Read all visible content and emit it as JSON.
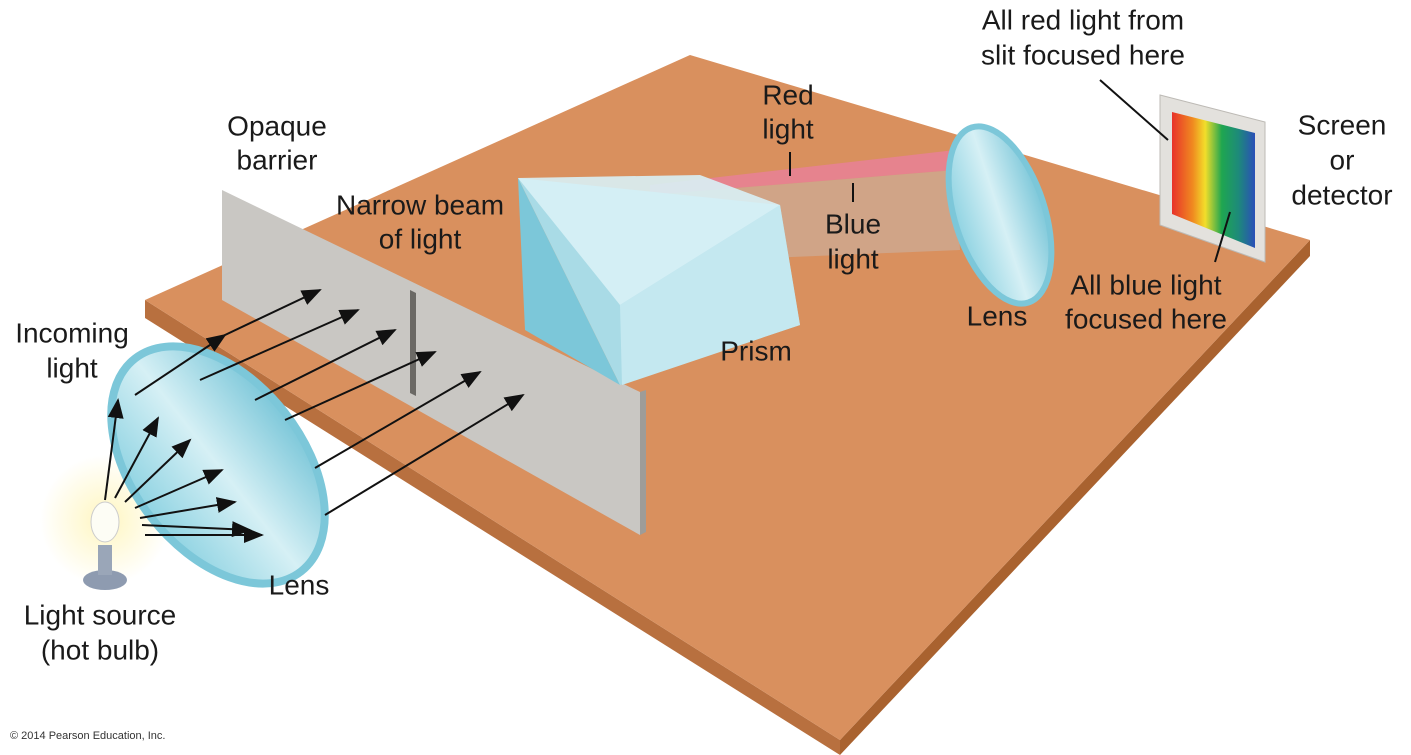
{
  "labels": {
    "red_focus": [
      "All red light from",
      "slit focused here"
    ],
    "red_light": [
      "Red",
      "light"
    ],
    "screen": [
      "Screen",
      "or",
      "detector"
    ],
    "barrier": [
      "Opaque",
      "barrier"
    ],
    "narrow_beam": [
      "Narrow beam",
      "of light"
    ],
    "blue_light": [
      "Blue",
      "light"
    ],
    "blue_focus": [
      "All blue light",
      "focused here"
    ],
    "lens_right": "Lens",
    "incoming": [
      "Incoming",
      "light"
    ],
    "prism": "Prism",
    "lens_left": "Lens",
    "source": [
      "Light source",
      "(hot bulb)"
    ]
  },
  "copyright": "© 2014 Pearson Education, Inc.",
  "colors": {
    "board": "#d9905e",
    "board_edge": "#b8703f",
    "barrier": "#c9c7c3",
    "glass": "#a9dbe6",
    "red_beam": "#e8809a"
  }
}
